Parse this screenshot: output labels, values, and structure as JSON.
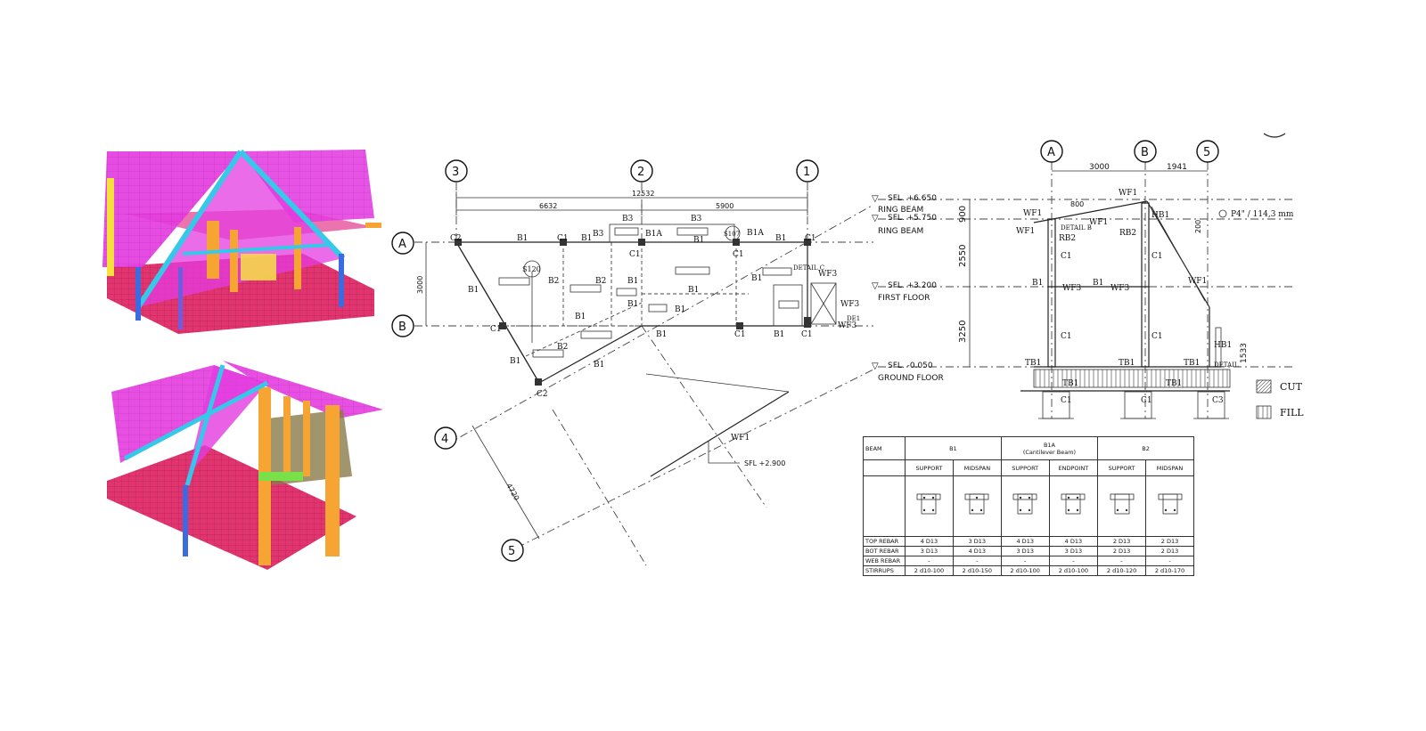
{
  "views_3d": {
    "top_label": "",
    "bottom_label": ""
  },
  "plan": {
    "grid_top": [
      "3",
      "2",
      "1"
    ],
    "grid_side": [
      "A",
      "B"
    ],
    "grid_diag": [
      "4",
      "5"
    ],
    "dims": {
      "total": "12532",
      "left": "6632",
      "right": "5900",
      "ab": "3000",
      "diag": "4720"
    },
    "beams": {
      "b1": "B1",
      "b1a": "B1A",
      "b2": "B2",
      "b3": "B3",
      "c1": "C1",
      "c2": "C2",
      "wf1": "WF1",
      "wf3": "WF3",
      "s120": "S120",
      "s107": "S107",
      "detail_c": "DETAIL C",
      "de1": "DE1"
    },
    "sfl_note": "SFL +2.900"
  },
  "section": {
    "grid": [
      "A",
      "B",
      "5"
    ],
    "dims": {
      "ab": "3000",
      "b5": "1941",
      "h1": "900",
      "h2": "2550",
      "h3": "3250",
      "h4": "1533",
      "h5": "800",
      "h6": "200"
    },
    "levels": [
      {
        "elev": "SFL. +6.650",
        "name": "RING BEAM"
      },
      {
        "elev": "SFL. +5.750",
        "name": "RING BEAM"
      },
      {
        "elev": "SFL. +3.200",
        "name": "FIRST FLOOR"
      },
      {
        "elev": "SFL. -0.050",
        "name": "GROUND FLOOR"
      }
    ],
    "labels": {
      "wf1": "WF1",
      "wf3": "WF3",
      "hb1": "HB1",
      "rb2": "RB2",
      "c1": "C1",
      "c3": "C3",
      "b1": "B1",
      "tb1": "TB1",
      "detail_b": "DETAIL B",
      "detail": "DETAIL"
    },
    "pipe_note": "P4\" / 114,3 mm",
    "legend": [
      "CUT",
      "FILL"
    ]
  },
  "beam_table": {
    "head": [
      "BEAM",
      "B1",
      "B1A",
      "B2"
    ],
    "subhead_b1a": "(Cantilever Beam)",
    "cols": [
      "SUPPORT",
      "MIDSPAN",
      "SUPPORT",
      "ENDPOINT",
      "SUPPORT",
      "MIDSPAN"
    ],
    "rows": [
      {
        "label": "TOP REBAR",
        "vals": [
          "4 D13",
          "3 D13",
          "4 D13",
          "4 D13",
          "2 D13",
          "2 D13"
        ]
      },
      {
        "label": "BOT REBAR",
        "vals": [
          "3 D13",
          "4 D13",
          "3 D13",
          "3 D13",
          "2 D13",
          "2 D13"
        ]
      },
      {
        "label": "WEB REBAR",
        "vals": [
          "-",
          "-",
          "-",
          "-",
          "-",
          "-"
        ]
      },
      {
        "label": "STIRRUPS",
        "vals": [
          "2 d10-100",
          "2 d10-150",
          "2 d10-100",
          "2 d10-100",
          "2 d10-120",
          "2 d10-170"
        ]
      }
    ]
  },
  "colors": {
    "roof": "#e43be0",
    "purlin": "#35c8e8",
    "column": "#f6a432",
    "floor": "#e2346f",
    "stair": "#f5d84a"
  }
}
